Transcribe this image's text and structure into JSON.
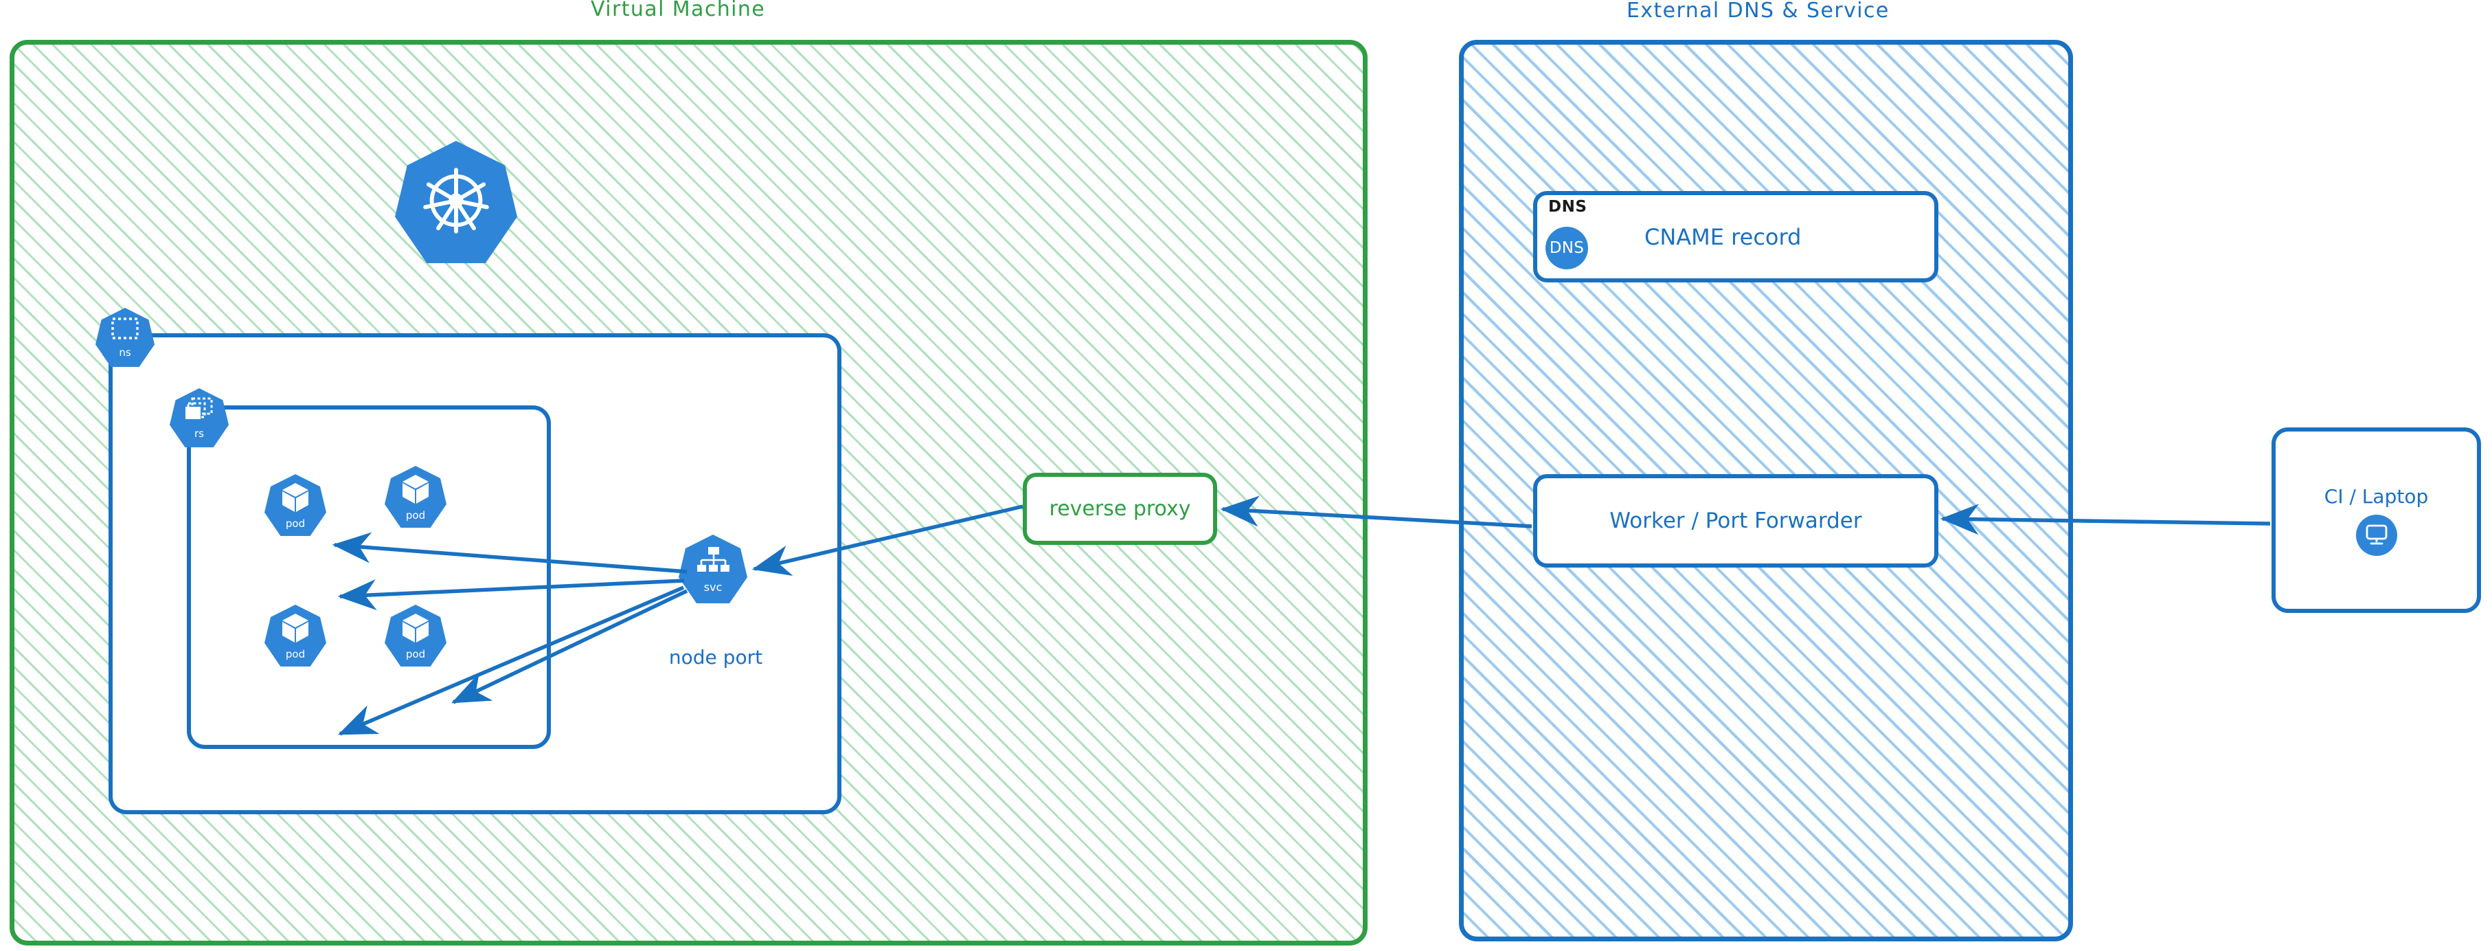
{
  "diagram": {
    "title_left": "Virtual Machine",
    "title_right": "External DNS & Service"
  },
  "colors": {
    "green": "#2f9e44",
    "green_hatch": "#40b862",
    "blue": "#1971c2",
    "blue_icon": "#2f86d8",
    "blue_hatch": "#4da0e2",
    "black": "#1a1a1a",
    "white": "#ffffff"
  },
  "vm": {
    "k8s_node": {
      "icon": "kubernetes-helm-icon",
      "label": ""
    },
    "namespace": {
      "icon": "namespace-icon",
      "label": "ns"
    },
    "replicaset": {
      "icon": "replicaset-icon",
      "label": "rs"
    },
    "pods": [
      {
        "icon": "pod-cube-icon",
        "label": "pod"
      },
      {
        "icon": "pod-cube-icon",
        "label": "pod"
      },
      {
        "icon": "pod-cube-icon",
        "label": "pod"
      },
      {
        "icon": "pod-cube-icon",
        "label": "pod"
      }
    ],
    "service": {
      "icon": "service-tree-icon",
      "label": "svc",
      "caption": "node port"
    },
    "reverse_proxy": {
      "label": "reverse proxy"
    }
  },
  "external": {
    "dns_box": {
      "tag": "DNS",
      "badge": "DNS",
      "label": "CNAME record",
      "badge_icon": "dns-circle-icon"
    },
    "worker": {
      "label": "Worker / Port Forwarder"
    },
    "client": {
      "label": "CI / Laptop",
      "icon": "monitor-icon"
    }
  },
  "arrows": [
    {
      "from": "service",
      "to": "pod-1",
      "direction": "left"
    },
    {
      "from": "service",
      "to": "pod-2",
      "direction": "left"
    },
    {
      "from": "service",
      "to": "pod-3",
      "direction": "left"
    },
    {
      "from": "service",
      "to": "pod-4",
      "direction": "left"
    },
    {
      "from": "reverse-proxy",
      "to": "service",
      "direction": "left"
    },
    {
      "from": "worker",
      "to": "reverse-proxy",
      "direction": "left"
    },
    {
      "from": "client",
      "to": "worker",
      "direction": "left"
    }
  ]
}
